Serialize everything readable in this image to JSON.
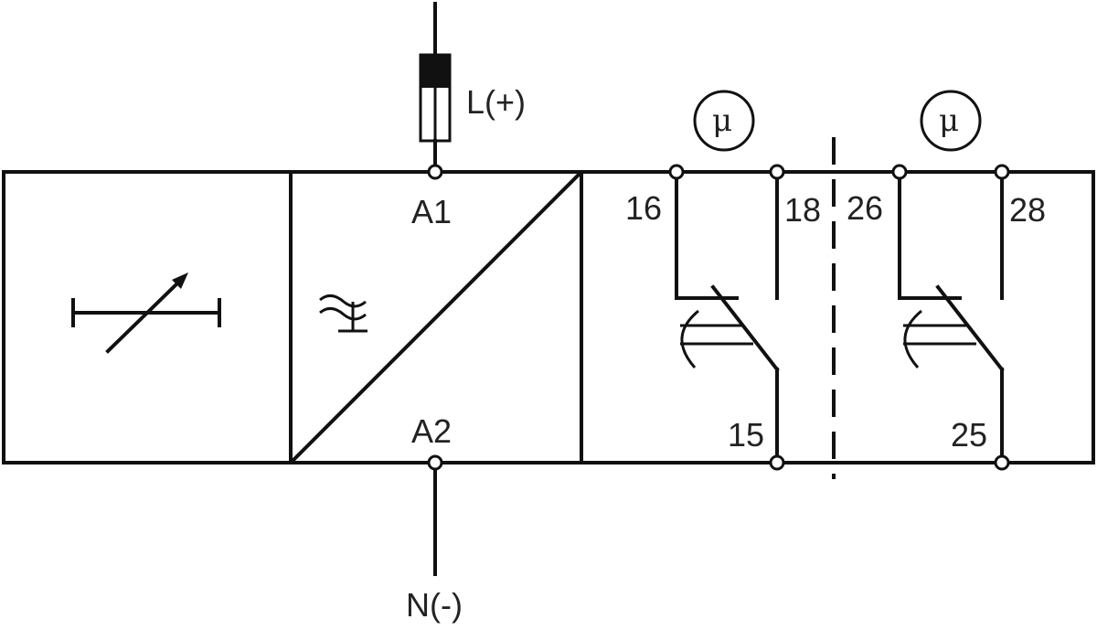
{
  "supply": {
    "line_label": "L(+)",
    "neutral_label": "N(-)"
  },
  "terminals": {
    "a1": "A1",
    "a2": "A2"
  },
  "contacts": [
    {
      "nc": "16",
      "no": "18",
      "common": "15",
      "symbol": "μ"
    },
    {
      "nc": "26",
      "no": "28",
      "common": "25",
      "symbol": "μ"
    }
  ],
  "icons": {
    "adjust": "variable-adjust-icon",
    "converter": "ac-dc-converter-icon",
    "fuse": "fuse-icon",
    "relay": "relay-contact-icon"
  }
}
